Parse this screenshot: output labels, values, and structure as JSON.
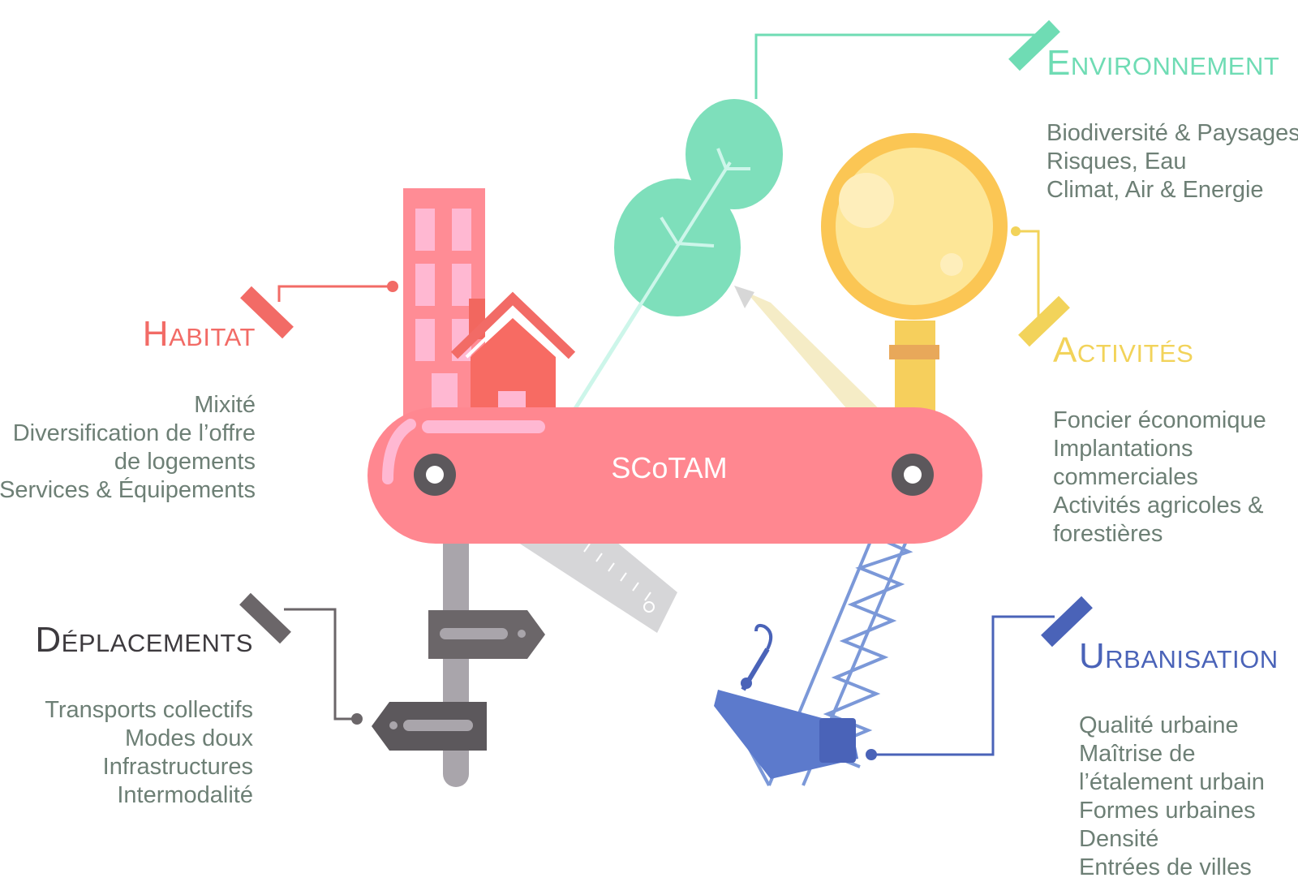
{
  "center_label": "SCoTAM",
  "colors": {
    "habitat": "#f26b66",
    "environnement": "#6fdcb4",
    "activites": "#f2d35a",
    "deplacements": "#3d3a3e",
    "urbanisation": "#4a63b8",
    "knife": "#ff8790",
    "body_text": "#6d7f75"
  },
  "sections": {
    "habitat": {
      "title": "Habitat",
      "items": [
        "Mixité",
        "Diversification de l’offre",
        "de logements",
        "Services & Équipements"
      ]
    },
    "environnement": {
      "title": "Environnement",
      "items": [
        "Biodiversité & Paysages",
        "Risques, Eau",
        "Climat, Air & Energie"
      ]
    },
    "activites": {
      "title": "Activités",
      "items": [
        "Foncier économique",
        "Implantations",
        "commerciales",
        "Activités agricoles &",
        "forestières"
      ]
    },
    "deplacements": {
      "title": "Déplacements",
      "items": [
        "Transports collectifs",
        "Modes doux",
        "Infrastructures",
        "Intermodalité"
      ]
    },
    "urbanisation": {
      "title": "Urbanisation",
      "items": [
        "Qualité urbaine",
        "Maîtrise de",
        "l’étalement urbain",
        "Formes urbaines",
        "Densité",
        "Entrées de villes"
      ]
    }
  }
}
